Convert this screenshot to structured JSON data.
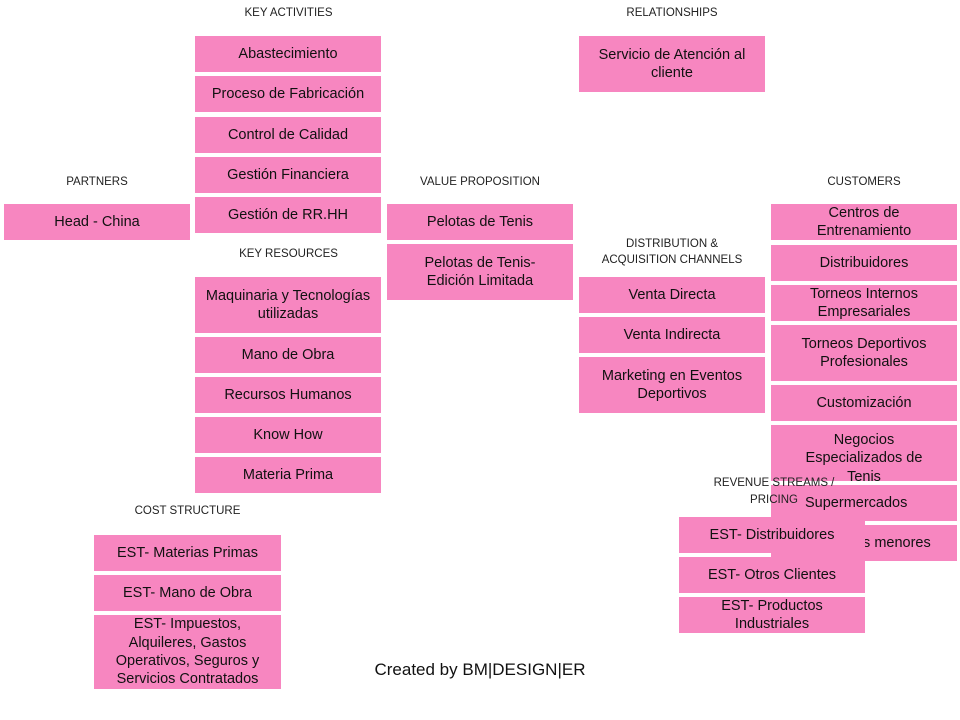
{
  "sections": {
    "key_activities": "KEY ACTIVITIES",
    "relationships": "RELATIONSHIPS",
    "partners": "PARTNERS",
    "value_proposition": "VALUE PROPOSITION",
    "customers": "CUSTOMERS",
    "key_resources": "KEY RESOURCES",
    "distribution_line1": "DISTRIBUTION  &",
    "distribution_line2": "ACQUISITION  CHANNELS",
    "cost_structure": "COST  STRUCTURE",
    "revenue_line1": "REVENUE  STREAMS /",
    "revenue_line2": "PRICING"
  },
  "key_activities": [
    "Abastecimiento",
    "Proceso de Fabricación",
    "Control de Calidad",
    "Gestión Financiera",
    "Gestión de RR.HH"
  ],
  "relationships": [
    "Servicio de Atención al cliente"
  ],
  "partners": [
    "Head - China"
  ],
  "value_proposition": [
    "Pelotas de Tenis",
    "Pelotas de Tenis- Edición Limitada"
  ],
  "customers": [
    "Centros de Entrenamiento",
    "Distribuidores",
    "Torneos Internos Empresariales",
    "Torneos Deportivos Profesionales",
    "Customización",
    "Negocios Especializados de Tenis",
    "Supermercados",
    "Tiendas menores"
  ],
  "key_resources": [
    "Maquinaria y Tecnologías utilizadas",
    "Mano de Obra",
    "Recursos Humanos",
    "Know How",
    "Materia Prima"
  ],
  "channels": [
    "Venta Directa",
    "Venta Indirecta",
    "Marketing en Eventos Deportivos"
  ],
  "cost_structure": [
    "EST- Materias Primas",
    "EST- Mano de Obra",
    "EST- Impuestos, Alquileres, Gastos Operativos, Seguros y Servicios Contratados"
  ],
  "revenue_streams": [
    "EST- Distribuidores",
    "EST- Otros Clientes",
    "EST- Productos Industriales"
  ],
  "footer": "Created by BM|DESIGN|ER",
  "colors": {
    "box": "#f786c0",
    "text": "#111111",
    "background": "#ffffff"
  }
}
